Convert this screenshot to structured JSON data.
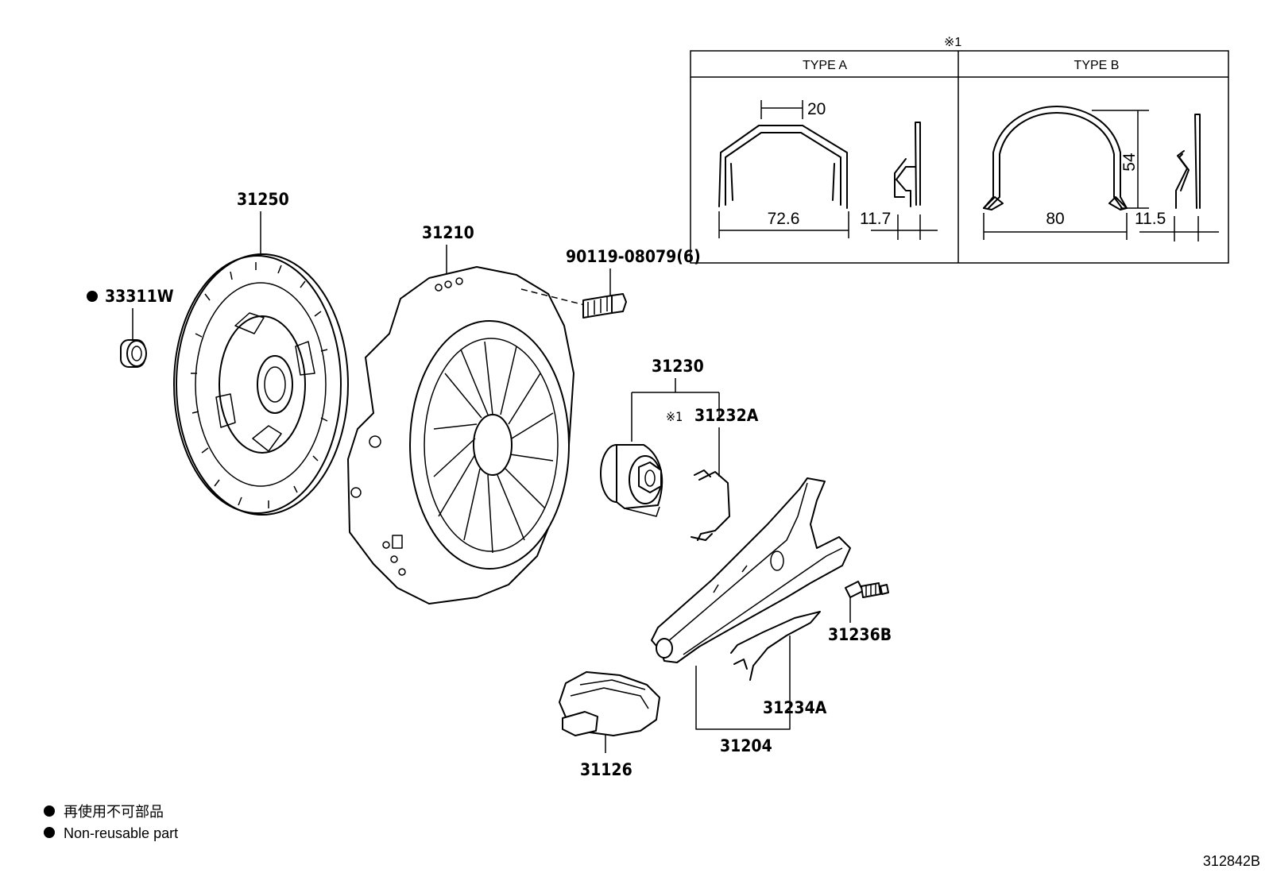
{
  "parts": {
    "p33311w": "33311W",
    "p31250": "31250",
    "p31210": "31210",
    "p90119": "90119-08079(6)",
    "p31230": "31230",
    "p31232a": "31232A",
    "p31236b": "31236B",
    "p31234a": "31234A",
    "p31204": "31204",
    "p31126": "31126"
  },
  "note_mark": "※1",
  "inset": {
    "mark": "※1",
    "type_a": {
      "label": "TYPE A",
      "dim_top": "20",
      "dim_width": "72.6",
      "dim_side": "11.7"
    },
    "type_b": {
      "label": "TYPE B",
      "dim_height": "54",
      "dim_width": "80",
      "dim_side": "11.5"
    }
  },
  "legend": {
    "jp": "再使用不可部品",
    "en": "Non-reusable part"
  },
  "illustration_code": "312842B"
}
